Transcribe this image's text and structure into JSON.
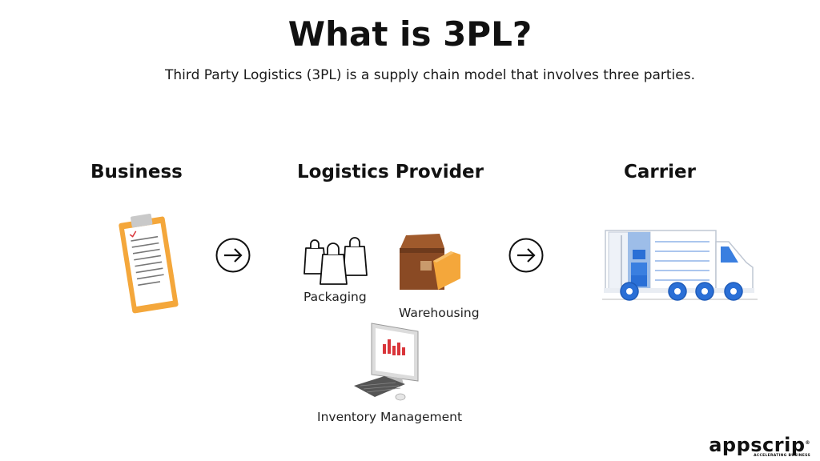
{
  "title": "What is 3PL?",
  "subtitle": "Third Party Logistics (3PL) is a supply chain model that involves three parties.",
  "parties": {
    "business": {
      "heading": "Business",
      "icon": "clipboard-icon"
    },
    "provider": {
      "heading": "Logistics Provider",
      "services": [
        {
          "label": "Packaging",
          "icon": "shopping-bags-icon"
        },
        {
          "label": "Warehousing",
          "icon": "boxes-icon"
        },
        {
          "label": "Inventory Management",
          "icon": "computer-icon"
        }
      ]
    },
    "carrier": {
      "heading": "Carrier",
      "icon": "delivery-truck-icon"
    }
  },
  "arrows": [
    "arrow-right-circle-icon",
    "arrow-right-circle-icon"
  ],
  "brand": {
    "name": "appscrip",
    "tagline": "ACCELERATING BUSINESS",
    "registered": "®"
  },
  "colors": {
    "accent_orange": "#f4a73b",
    "truck_blue": "#2a6fd6",
    "chart_red": "#d9353a",
    "box_brown": "#8a4a24"
  }
}
